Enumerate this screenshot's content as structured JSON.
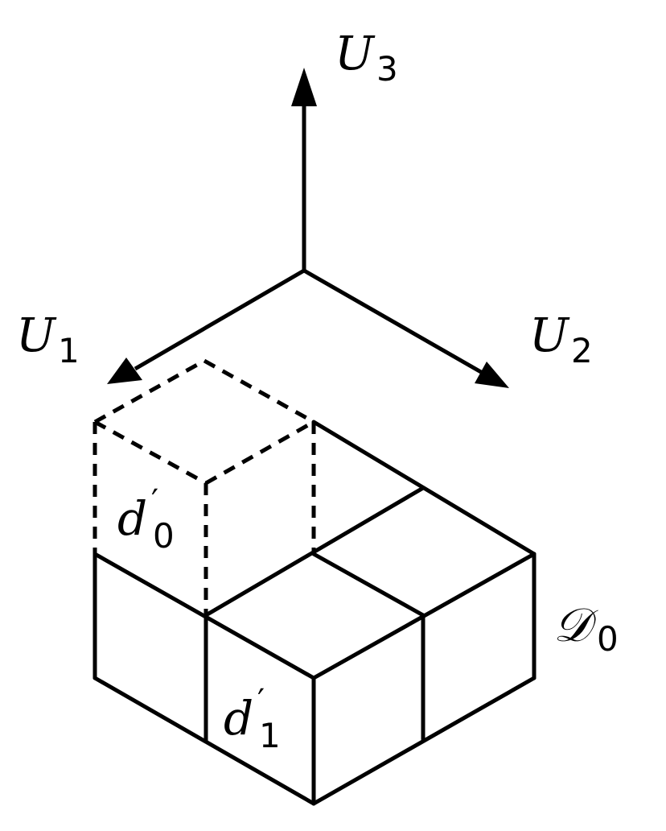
{
  "diagram": {
    "axes": {
      "u1": {
        "symbol": "U",
        "subscript": "1"
      },
      "u2": {
        "symbol": "U",
        "subscript": "2"
      },
      "u3": {
        "symbol": "U",
        "subscript": "3"
      }
    },
    "labels": {
      "d0_prime": {
        "symbol": "d",
        "prime": "′",
        "subscript": "0"
      },
      "d1_prime": {
        "symbol": "d",
        "prime": "′",
        "subscript": "1"
      },
      "domain": {
        "symbol": "𝒟",
        "subscript": "0"
      }
    }
  }
}
